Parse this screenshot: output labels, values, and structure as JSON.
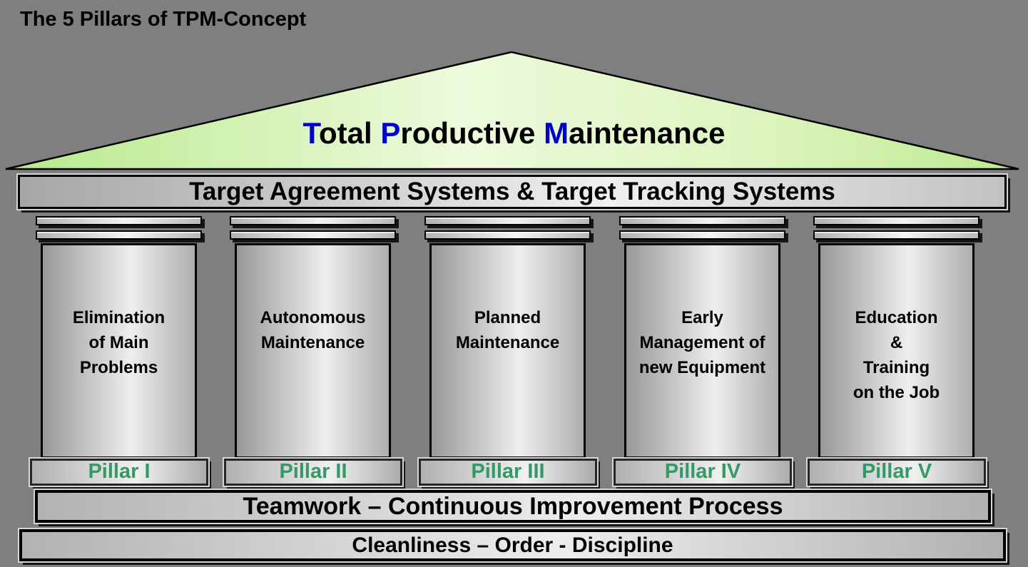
{
  "title": "The 5 Pillars of TPM-Concept",
  "roof": {
    "words": [
      {
        "lead": "T",
        "rest": "otal"
      },
      {
        "lead": "P",
        "rest": "roductive"
      },
      {
        "lead": "M",
        "rest": "aintenance"
      }
    ],
    "full_text": "Total Productive Maintenance"
  },
  "beam": {
    "label": "Target Agreement Systems & Target Tracking Systems"
  },
  "pillars": [
    {
      "name": "Elimination\nof Main\nProblems",
      "label": "Pillar I"
    },
    {
      "name": "Autonomous\nMaintenance",
      "label": "Pillar II"
    },
    {
      "name": "Planned\nMaintenance",
      "label": "Pillar III"
    },
    {
      "name": "Early\nManagement of\nnew Equipment",
      "label": "Pillar IV"
    },
    {
      "name": "Education\n&\nTraining\non the Job",
      "label": "Pillar V"
    }
  ],
  "foundation": {
    "teamwork": "Teamwork – Continuous Improvement Process",
    "cleanliness": "Cleanliness – Order - Discipline"
  },
  "colors": {
    "background": "#7F7F7F",
    "roof_green_edge": "#B7E98A",
    "roof_green_center": "#EDFADC",
    "accent_blue": "#0000CC",
    "pillar_label_green": "#339966"
  }
}
